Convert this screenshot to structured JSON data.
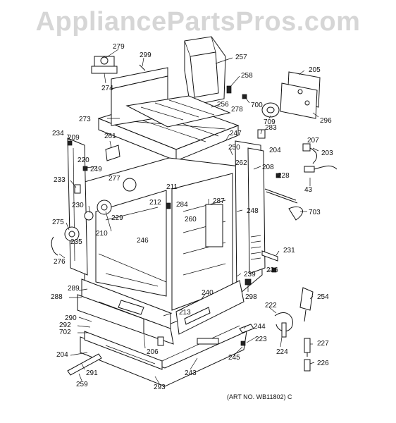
{
  "watermark": "AppliancePartsPros.com",
  "art_number": "(ART NO. WB11802) C",
  "callouts": [
    "279",
    "299",
    "257",
    "274",
    "258",
    "700",
    "205",
    "273",
    "256",
    "278",
    "709",
    "296",
    "234",
    "209",
    "261",
    "283",
    "207",
    "247",
    "204",
    "203",
    "250",
    "262",
    "208",
    "220",
    "249",
    "277",
    "211",
    "228",
    "233",
    "212",
    "284",
    "43",
    "287",
    "230",
    "229",
    "248",
    "703",
    "260",
    "275",
    "210",
    "246",
    "235",
    "231",
    "276",
    "236",
    "239",
    "298",
    "289",
    "240",
    "254",
    "288",
    "222",
    "290",
    "213",
    "292",
    "244",
    "702",
    "223",
    "227",
    "206",
    "224",
    "204",
    "245",
    "291",
    "226",
    "259",
    "243",
    "293"
  ]
}
